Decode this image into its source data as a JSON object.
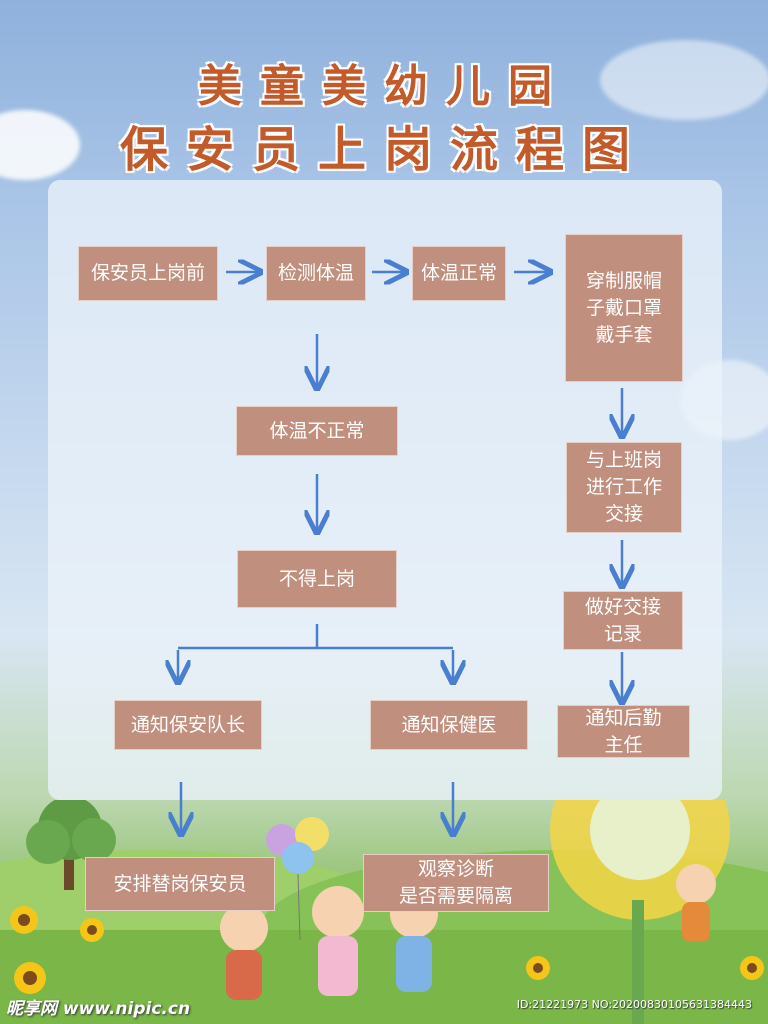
{
  "title": {
    "line1": "美童美幼儿园",
    "line2": "保安员上岗流程图"
  },
  "nodes": {
    "before_duty": "保安员上岗前",
    "check_temp": "检测体温",
    "temp_normal": "体温正常",
    "uniform": "穿制服帽\n子戴口罩\n戴手套",
    "temp_abnormal": "体温不正常",
    "no_duty": "不得上岗",
    "handover": "与上班岗\n进行工作\n交接",
    "handover_record": "做好交接\n记录",
    "notify_captain": "通知保安队长",
    "notify_clinic": "通知保健医",
    "notify_logistics": "通知后勤\n主任",
    "arrange_replacement": "安排替岗保安员",
    "observe": "观察诊断\n是否需要隔离"
  },
  "footer": {
    "watermark": "昵享网 www.nipic.cn",
    "id_text": "ID:21221973 NO:20200830105631384443"
  },
  "colors": {
    "box": "#c08f7e",
    "arrow": "#4a7fd0",
    "title": "#c25a2a"
  }
}
